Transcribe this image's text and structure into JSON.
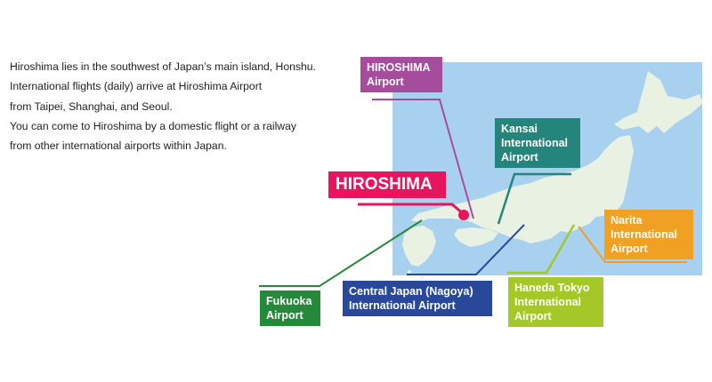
{
  "intro": {
    "lines": [
      "Hiroshima lies in the southwest of Japan’s  main island, Honshu.",
      "International flights (daily) arrive at Hiroshima Airport",
      "from Taipei, Shanghai, and Seoul.",
      "You can come to Hiroshima by a domestic flight or a railway",
      "from other international airports within Japan."
    ]
  },
  "map": {
    "city": "HIROSHIMA",
    "airports": {
      "hiroshima": [
        "HIROSHIMA",
        "Airport"
      ],
      "kansai": [
        "Kansai",
        "International",
        "Airport"
      ],
      "narita": [
        "Narita",
        "International",
        "Airport"
      ],
      "fukuoka": [
        "Fukuoka",
        "Airport"
      ],
      "nagoya": [
        "Central Japan (Nagoya)",
        "International Airport"
      ],
      "haneda": [
        "Haneda Tokyo",
        "International",
        "Airport"
      ]
    },
    "colors": {
      "sea": "#a7d1ee",
      "land": "#e8f1e2",
      "hiroshima_airport": "#a64c9c",
      "kansai": "#23857b",
      "hiroshima_city": "#e6165e",
      "narita": "#f0a023",
      "fukuoka": "#248a3a",
      "nagoya": "#2a489a",
      "haneda": "#a4c828"
    }
  }
}
